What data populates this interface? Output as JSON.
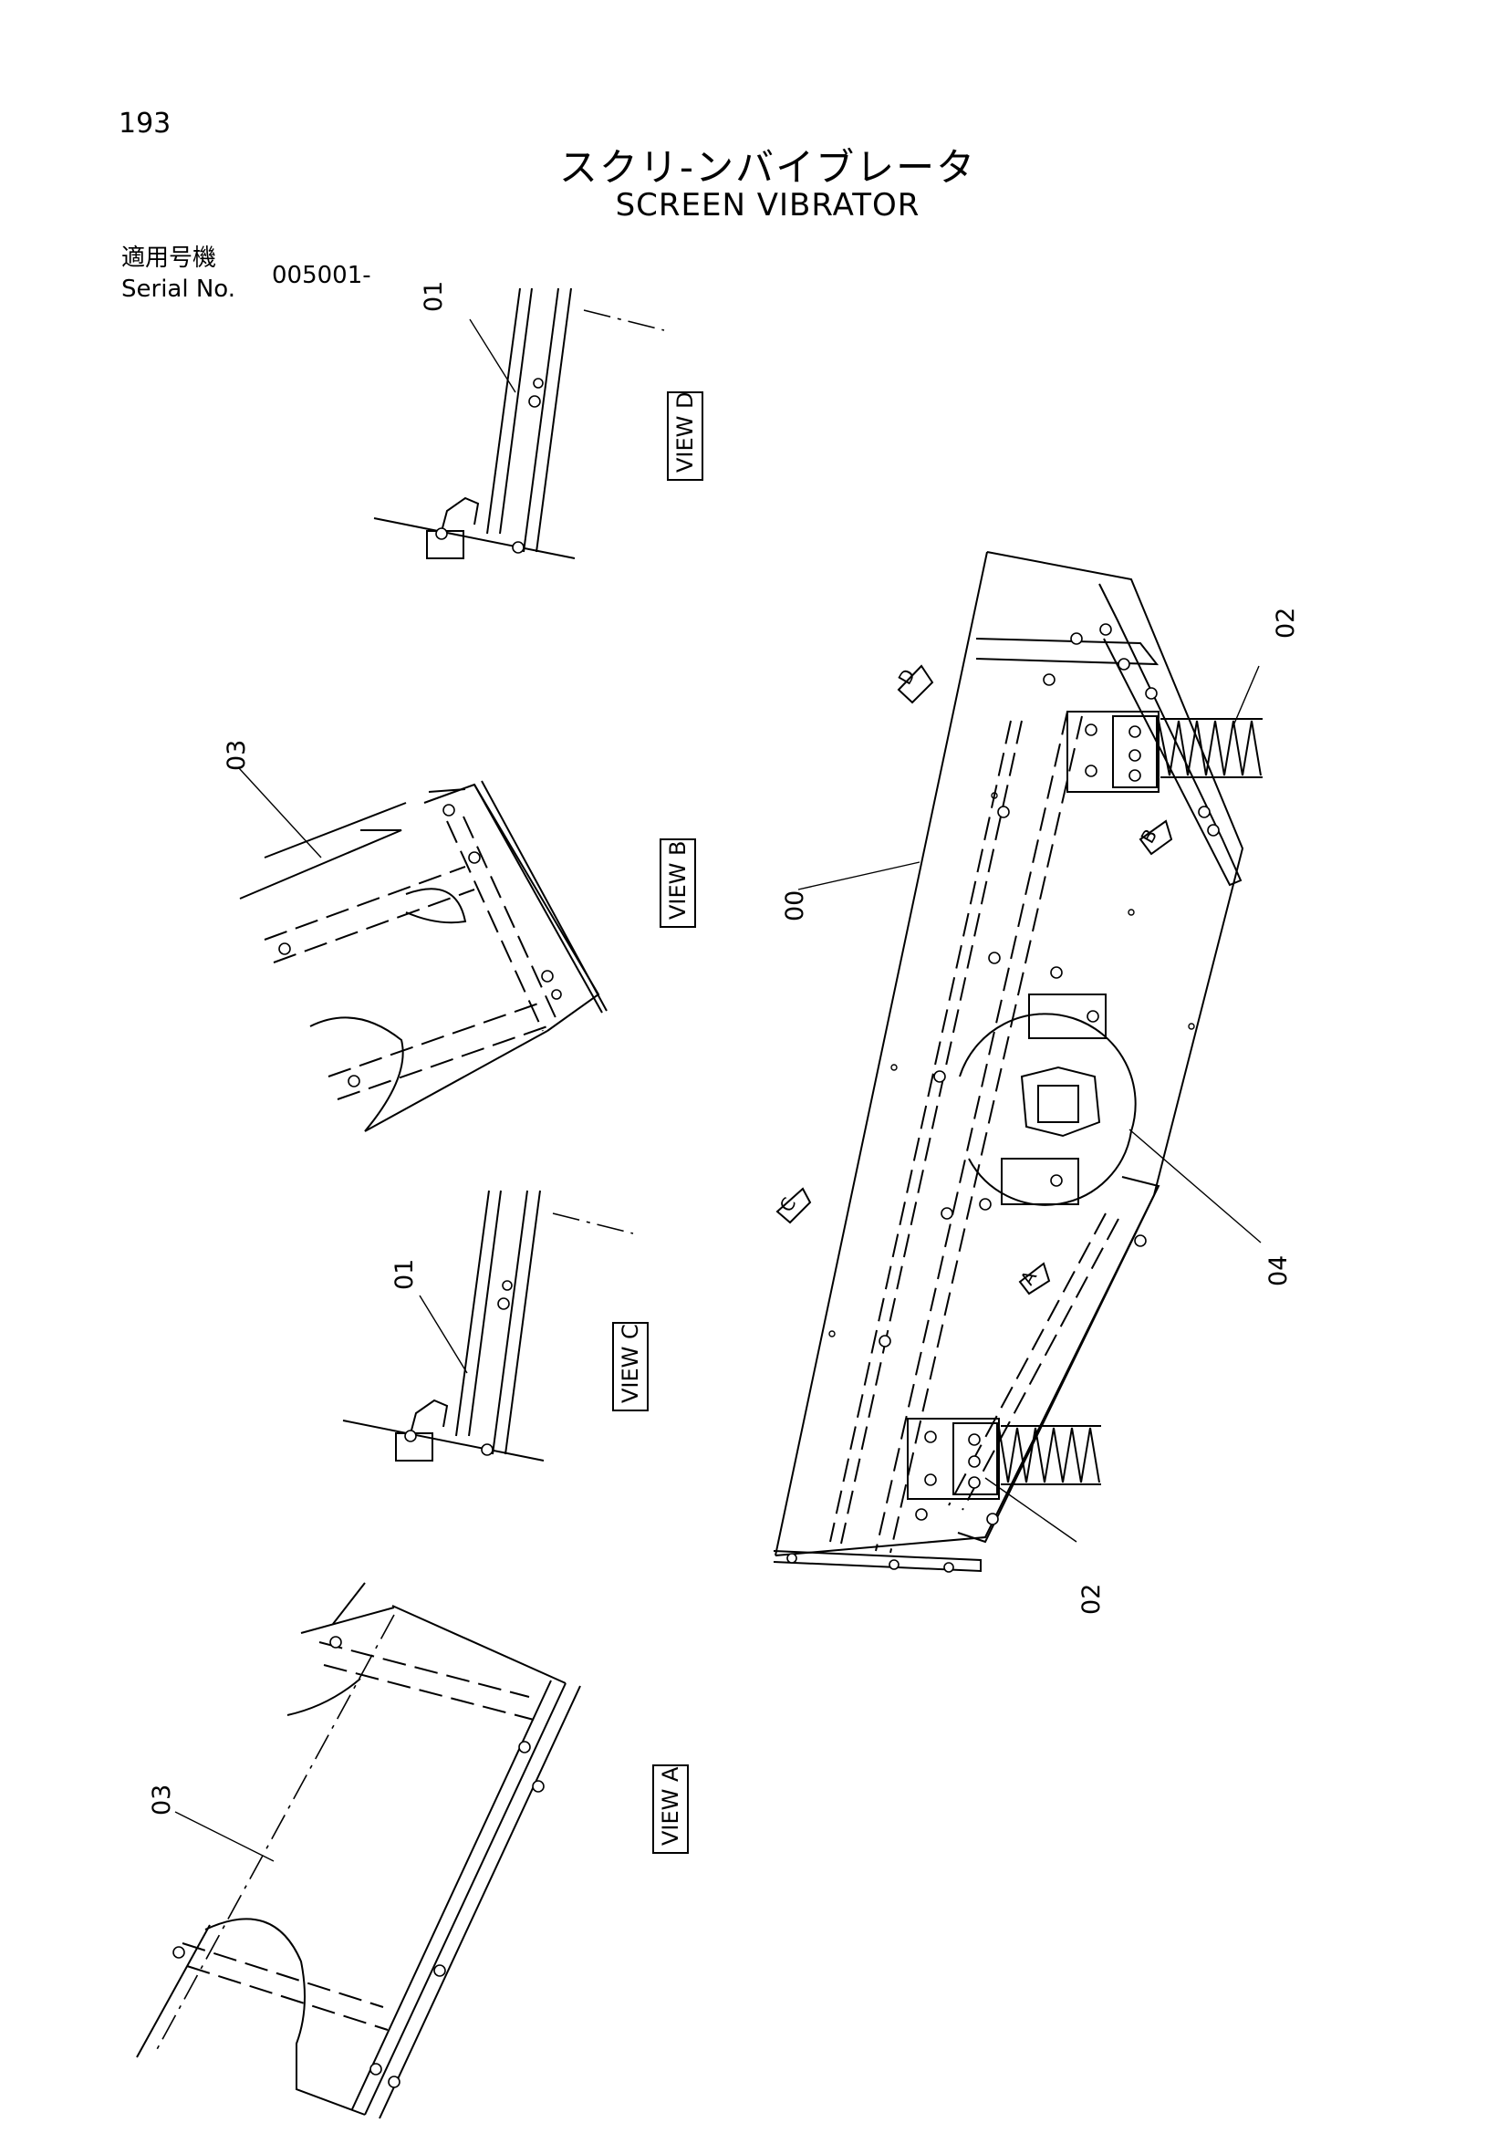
{
  "page": {
    "number": "193",
    "title_jp": "スクリ-ンバイブレータ",
    "title_en": "SCREEN VIBRATOR"
  },
  "serial": {
    "label_jp": "適用号機",
    "label_en": "Serial No.",
    "value": "005001-"
  },
  "views": {
    "view_d": "VIEW D",
    "view_b": "VIEW B",
    "view_c": "VIEW C",
    "view_a": "VIEW A"
  },
  "part_labels": {
    "p01_top": "01",
    "p03_b": "03",
    "p01_c": "01",
    "p03_a": "03",
    "p00": "00",
    "p02_top": "02",
    "p04": "04",
    "p02_bottom": "02"
  },
  "view_arrows": {
    "d": "D",
    "b": "B",
    "c": "C",
    "a": "A"
  }
}
